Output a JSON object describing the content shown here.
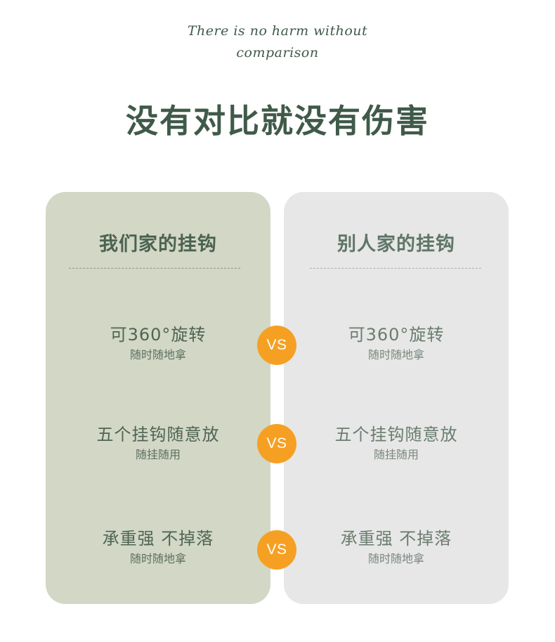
{
  "header": {
    "script_line_1": "There is no harm without",
    "script_line_2": "comparison",
    "title": "没有对比就没有伤害"
  },
  "cards": {
    "ours": {
      "title": "我们家的挂钩",
      "features": [
        {
          "main": "可360°旋转",
          "sub": "随时随地拿"
        },
        {
          "main": "五个挂钩随意放",
          "sub": "随挂随用"
        },
        {
          "main": "承重强 不掉落",
          "sub": "随时随地拿"
        }
      ]
    },
    "others": {
      "title": "别人家的挂钩",
      "features": [
        {
          "main": "可360°旋转",
          "sub": "随时随地拿"
        },
        {
          "main": "五个挂钩随意放",
          "sub": "随挂随用"
        },
        {
          "main": "承重强 不掉落",
          "sub": "随时随地拿"
        }
      ]
    }
  },
  "vs_label": "VS",
  "colors": {
    "title_green": "#3f5a49",
    "card_ours_bg": "#d2d8c5",
    "card_others_bg": "#e7e7e7",
    "vs_orange": "#f6a023"
  }
}
